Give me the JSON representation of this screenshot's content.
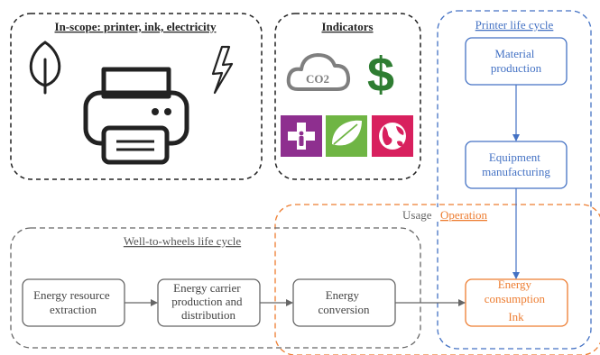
{
  "panels": {
    "in_scope": {
      "title": "In-scope: printer, ink, electricity"
    },
    "indicators": {
      "title": "Indicators",
      "co2_label": "CO2"
    },
    "printer_life_cycle": {
      "title": "Printer life cycle"
    },
    "usage": {
      "title": "Usage",
      "subtitle": "Operation"
    },
    "well_to_wheels": {
      "title": "Well-to-wheels life cycle"
    }
  },
  "boxes": {
    "material_production": [
      "Material",
      "production"
    ],
    "equipment_manufacturing": [
      "Equipment",
      "manufacturing"
    ],
    "energy_resource_extraction": [
      "Energy resource",
      "extraction"
    ],
    "energy_carrier": [
      "Energy carrier",
      "production and",
      "distribution"
    ],
    "energy_conversion": [
      "Energy",
      "conversion"
    ],
    "energy_consumption": [
      "Energy",
      "consumption",
      "Ink"
    ]
  },
  "colors": {
    "black": "#222222",
    "gray": "#666666",
    "blue": "#4472c4",
    "orange": "#ed7d31",
    "money_green": "#2e7d32",
    "health_purple": "#8e2f8f",
    "ecosystem_green": "#6fb544",
    "resources_pink": "#d8205e"
  },
  "icons": [
    "leaf-icon",
    "printer-icon",
    "lightning-icon",
    "co2-cloud-icon",
    "dollar-icon",
    "human-health-icon",
    "ecosystem-leaf-icon",
    "resources-globe-icon"
  ]
}
